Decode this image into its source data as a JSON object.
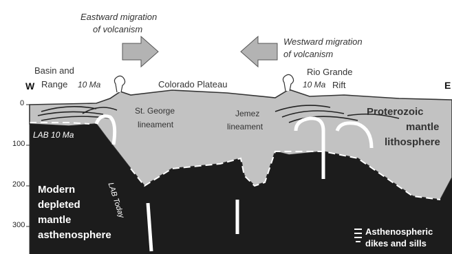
{
  "header_fragment": "",
  "annotations": {
    "eastward": [
      "Eastward migration",
      "of volcanism"
    ],
    "westward": [
      "Westward migration",
      "of volcanism"
    ],
    "basin_and_range": [
      "Basin and",
      "Range"
    ],
    "age_west": "10 Ma",
    "colorado_plateau": "Colorado Plateau",
    "rio_grande": [
      "Rio Grande",
      "Rift"
    ],
    "age_east": "10 Ma",
    "west": "W",
    "east": "E",
    "st_george": [
      "St. George",
      "lineament"
    ],
    "jemez": [
      "Jemez",
      "lineament"
    ],
    "lab_10": "LAB 10 Ma",
    "lab_today": "LAB Today",
    "proterozoic": [
      "Proterozoic",
      "mantle",
      "lithosphere"
    ],
    "modern": [
      "Modern",
      "depleted",
      "mantle",
      "asthenosphere"
    ],
    "legend": [
      "Asthenospheric",
      "dikes and sills"
    ]
  },
  "depth_ticks": [
    "0",
    "100",
    "200",
    "300"
  ],
  "colors": {
    "asthenosphere": "#1c1c1c",
    "lithosphere": "#c2c2c2",
    "arrow_fill": "#b3b3b3",
    "flow": "#ffffff",
    "title_blue": "#2a6fc9"
  }
}
